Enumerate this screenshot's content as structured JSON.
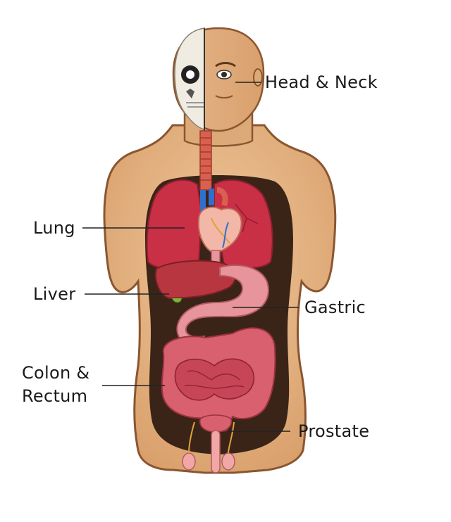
{
  "labels": {
    "head_neck": "Head & Neck",
    "lung": "Lung",
    "liver": "Liver",
    "gastric": "Gastric",
    "colon_line1": "Colon &",
    "colon_line2": "Rectum",
    "prostate": "Prostate"
  },
  "colors": {
    "skin": "#e7b98a",
    "skin_shadow": "#c98f5a",
    "outline": "#8a5630",
    "cavity": "#3a2418",
    "lung": "#c92f45",
    "liver": "#b8363f",
    "stomach": "#e7949b",
    "intestine": "#d9606e",
    "heart": "#f2b7a6",
    "vessel_blue": "#2f6fd0",
    "trachea": "#d9604f"
  }
}
